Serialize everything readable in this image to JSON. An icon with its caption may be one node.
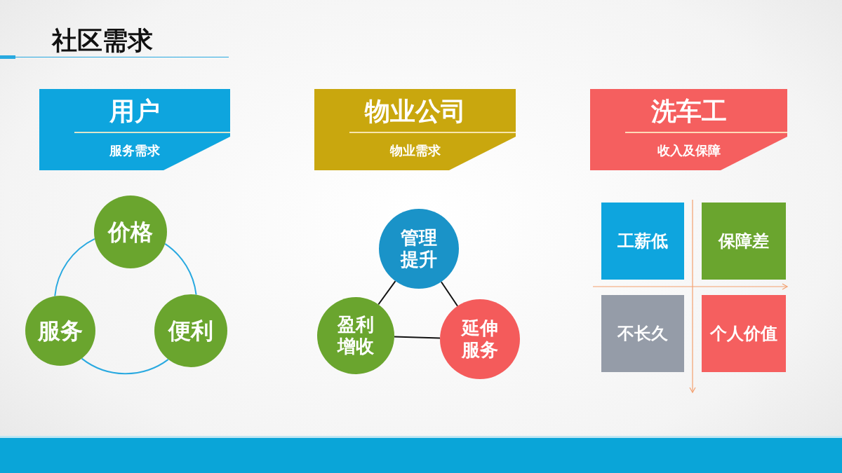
{
  "diagram": {
    "title": "社区需求",
    "nodes": [
      {
        "text": [
          "用户",
          "服务需求"
        ]
      },
      {
        "text": [
          "物业公司",
          "物业需求"
        ]
      },
      {
        "text": [
          "洗车工",
          "收入及保障"
        ]
      },
      {
        "text": [
          "价格"
        ]
      },
      {
        "text": [
          "服务"
        ]
      },
      {
        "text": [
          "便利"
        ]
      },
      {
        "text": [
          "管理提升"
        ]
      },
      {
        "text": [
          "盈利增收"
        ]
      },
      {
        "text": [
          "延伸服务"
        ]
      },
      {
        "text": [
          "工薪低"
        ]
      },
      {
        "text": [
          "保障差"
        ]
      },
      {
        "text": [
          "不长久"
        ]
      },
      {
        "text": [
          "个人价值"
        ]
      }
    ],
    "edges": [
      {
        "from": 3,
        "to": 5,
        "arrow": "none",
        "color": "#29a9e0"
      },
      {
        "from": 5,
        "to": 4,
        "arrow": "none",
        "color": "#29a9e0"
      },
      {
        "from": 4,
        "to": 3,
        "arrow": "none",
        "color": "#29a9e0"
      },
      {
        "from": 6,
        "to": 8,
        "arrow": "none",
        "color": "#111111"
      },
      {
        "from": 8,
        "to": 7,
        "arrow": "none",
        "color": "#111111"
      },
      {
        "from": 7,
        "to": 6,
        "arrow": "none",
        "color": "#111111"
      }
    ]
  }
}
